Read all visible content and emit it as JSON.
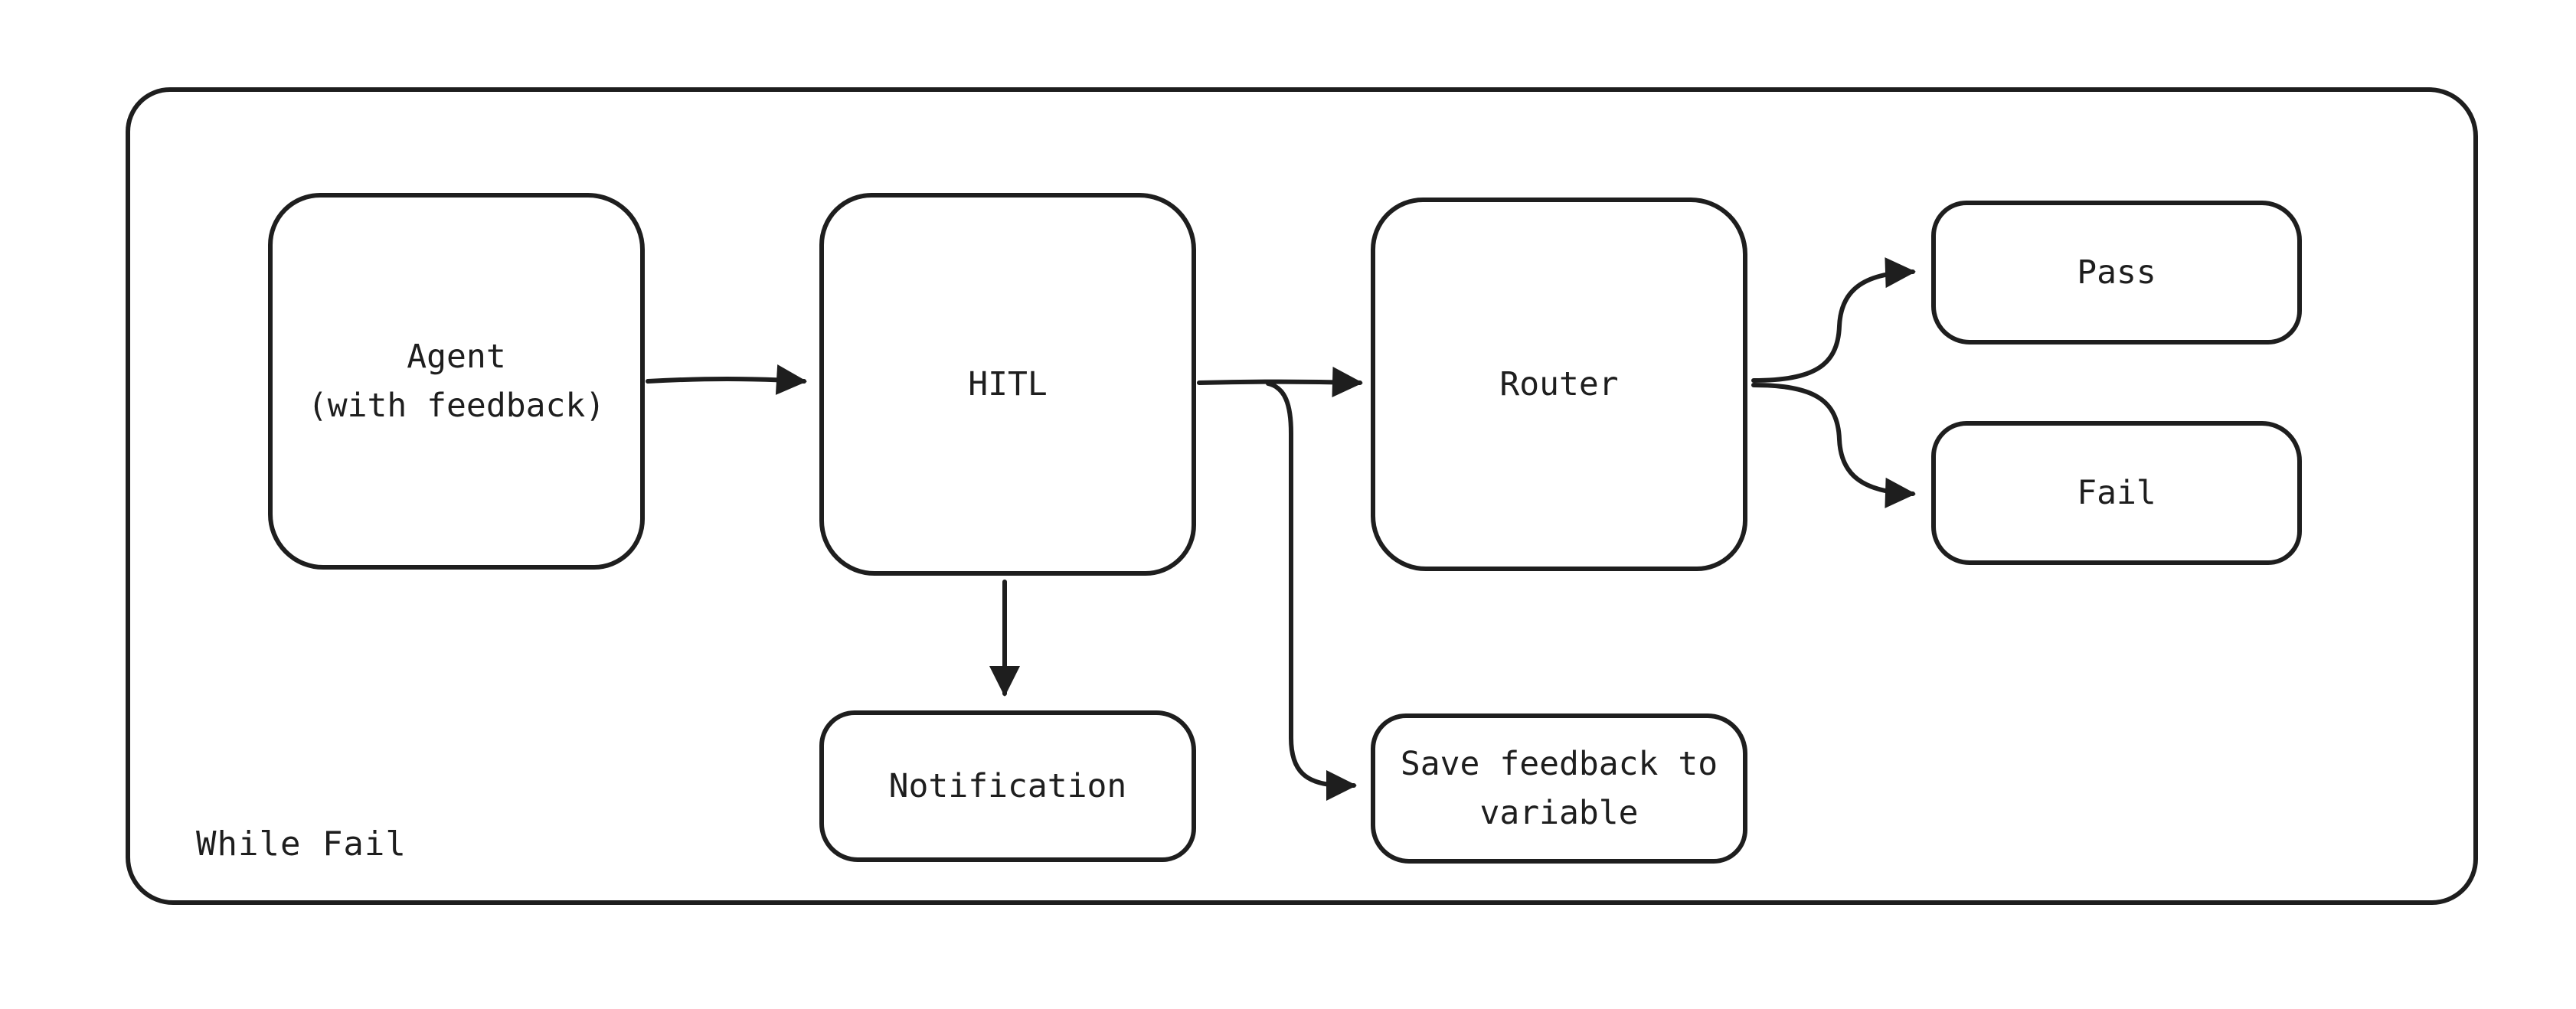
{
  "diagram": {
    "group_label": "While Fail",
    "nodes": {
      "agent": {
        "label": "Agent\n(with feedback)"
      },
      "hitl": {
        "label": "HITL"
      },
      "router": {
        "label": "Router"
      },
      "pass": {
        "label": "Pass"
      },
      "fail": {
        "label": "Fail"
      },
      "notification": {
        "label": "Notification"
      },
      "save_feedback": {
        "label": "Save feedback to\nvariable"
      }
    },
    "edges": [
      {
        "from": "agent",
        "to": "hitl"
      },
      {
        "from": "hitl",
        "to": "router"
      },
      {
        "from": "hitl",
        "to": "notification"
      },
      {
        "from": "hitl",
        "to": "save_feedback"
      },
      {
        "from": "router",
        "to": "pass"
      },
      {
        "from": "router",
        "to": "fail"
      }
    ],
    "colors": {
      "stroke": "#1e1e1e",
      "background": "#ffffff"
    }
  }
}
